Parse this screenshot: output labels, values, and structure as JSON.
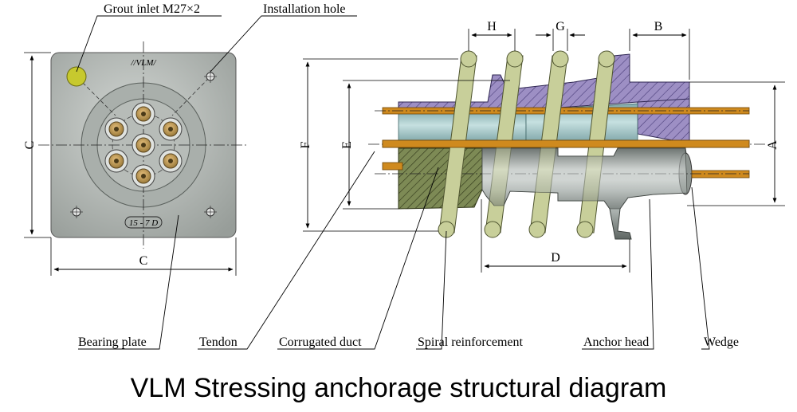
{
  "title": "VLM Stressing anchorage structural diagram",
  "callouts": {
    "grout_inlet": "Grout inlet M27×2",
    "installation_hole": "Installation hole",
    "bearing_plate": "Bearing plate",
    "tendon": "Tendon",
    "corrugated_duct": "Corrugated duct",
    "spiral_reinforcement": "Spiral reinforcement",
    "anchor_head": "Anchor head",
    "wedge": "Wedge"
  },
  "dimensions": {
    "plate_height": "C",
    "plate_width": "C",
    "side_F": "F",
    "side_E": "E",
    "side_A": "A",
    "spiral_pitch": "H",
    "wedge_gap": "G",
    "anchor_length": "B",
    "spiral_length": "D"
  },
  "plate_marks": {
    "brand": "//VLM/",
    "model": "15 - 7 D"
  },
  "colors": {
    "plate": "#b8bdb9",
    "plate_ring": "#a3a9a4",
    "grout_inlet": "#c7c92e",
    "tendon": "#cf8a1e",
    "spiral": "#c8cf9a",
    "hatch": "#8f7fb8",
    "duct_hatch": "#6f7a4a",
    "duct": "#a9c7c7"
  }
}
